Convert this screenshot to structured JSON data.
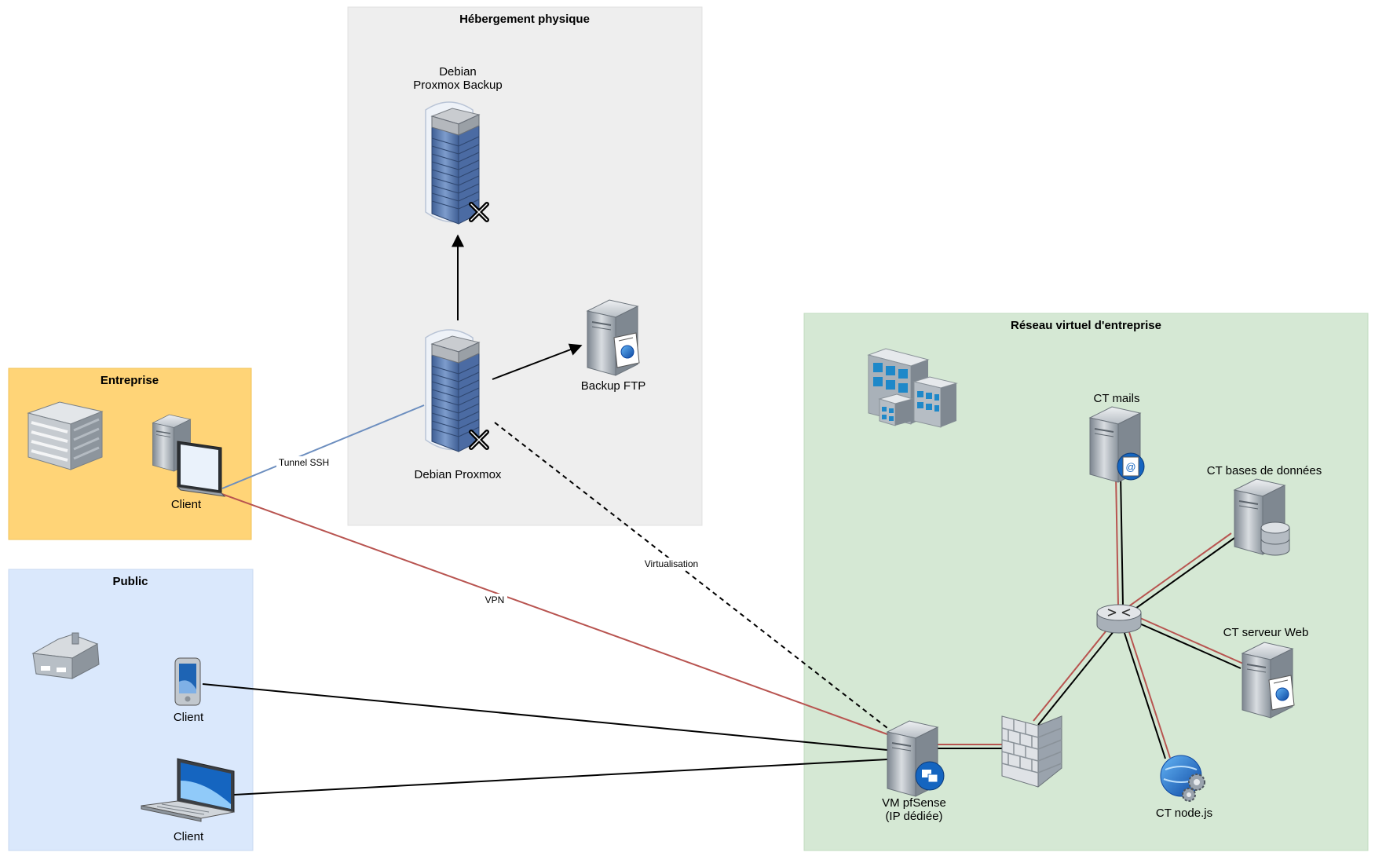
{
  "zones": {
    "hosting": {
      "title": "Hébergement physique",
      "fill": "#eeeeee"
    },
    "entreprise": {
      "title": "Entreprise",
      "fill": "#ffd477"
    },
    "public": {
      "title": "Public",
      "fill": "#dae8fc"
    },
    "vnet": {
      "title": "Réseau virtuel d'entreprise",
      "fill": "#d5e8d4"
    }
  },
  "nodes": {
    "backup_server": {
      "label_line1": "Debian",
      "label_line2": "Proxmox Backup",
      "icon": "rack-server-icon"
    },
    "proxmox_server": {
      "label": "Debian Proxmox",
      "icon": "rack-server-icon"
    },
    "backup_ftp": {
      "label": "Backup FTP",
      "icon": "web-server-icon"
    },
    "entreprise_building": {
      "icon": "office-building-icon"
    },
    "entreprise_client": {
      "label": "Client",
      "icon": "workstation-icon"
    },
    "home": {
      "icon": "house-icon"
    },
    "phone_client": {
      "label": "Client",
      "icon": "smartphone-icon"
    },
    "laptop_client": {
      "label": "Client",
      "icon": "laptop-icon"
    },
    "vnet_buildings": {
      "icon": "enterprise-buildings-icon"
    },
    "ct_mails": {
      "label": "CT mails",
      "icon": "mail-server-icon"
    },
    "ct_db": {
      "label": "CT bases de données",
      "icon": "database-server-icon"
    },
    "ct_web": {
      "label": "CT serveur Web",
      "icon": "web-server-icon"
    },
    "ct_node": {
      "label": "CT node.js",
      "icon": "globe-gears-icon"
    },
    "router": {
      "icon": "router-icon"
    },
    "firewall": {
      "icon": "firewall-icon"
    },
    "pfsense": {
      "label_line1": "VM pfSense",
      "label_line2": "(IP dédiée)",
      "icon": "vm-server-icon"
    }
  },
  "edges": {
    "ssh": {
      "label": "Tunnel SSH",
      "color": "#6c8ebf"
    },
    "vpn": {
      "label": "VPN",
      "color": "#b85450"
    },
    "virt": {
      "label": "Virtualisation",
      "color": "#000000"
    }
  },
  "colors": {
    "accent_blue": "#1565c0",
    "server_gray": "#9aa3ad",
    "rack_blue": "#5b7fb6"
  }
}
